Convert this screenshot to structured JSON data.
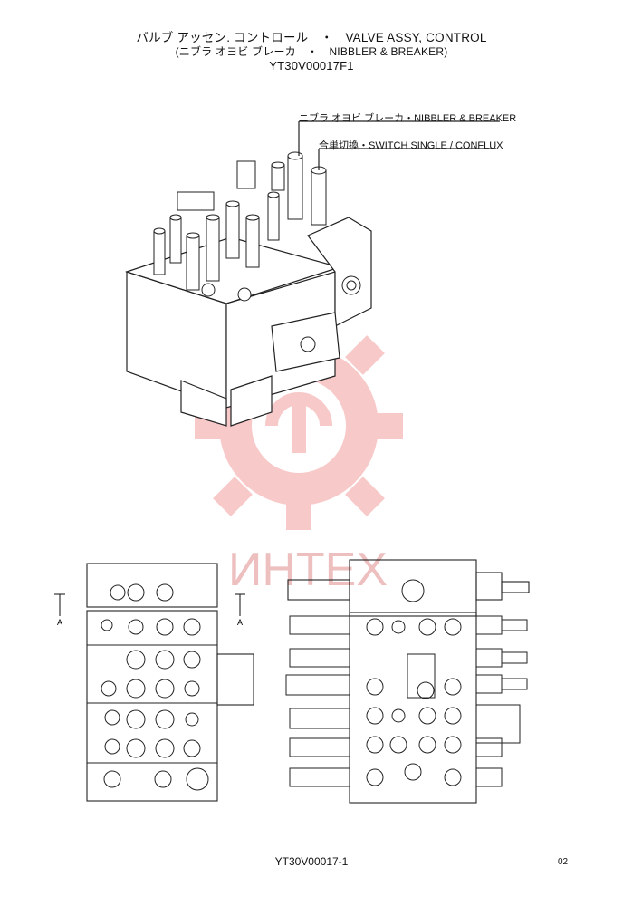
{
  "title": {
    "line1": "バルブ アッセン. コントロール　・　VALVE ASSY, CONTROL",
    "line2": "(ニブラ オヨビ ブレーカ　・　NIBBLER & BREAKER)",
    "line3": "YT30V00017F1"
  },
  "callouts": {
    "nibbler_breaker": "ニブラ オヨビ ブレーカ・NIBBLER &amp; BREAKER",
    "switch": "合単切換・SWITCH SINGLE / CONFLUX"
  },
  "section_marks": [
    "A",
    "A"
  ],
  "watermark": {
    "text": "ИНТЕХ",
    "color": "#f08a8a"
  },
  "footer": {
    "code": "YT30V00017-1",
    "page": "02"
  }
}
